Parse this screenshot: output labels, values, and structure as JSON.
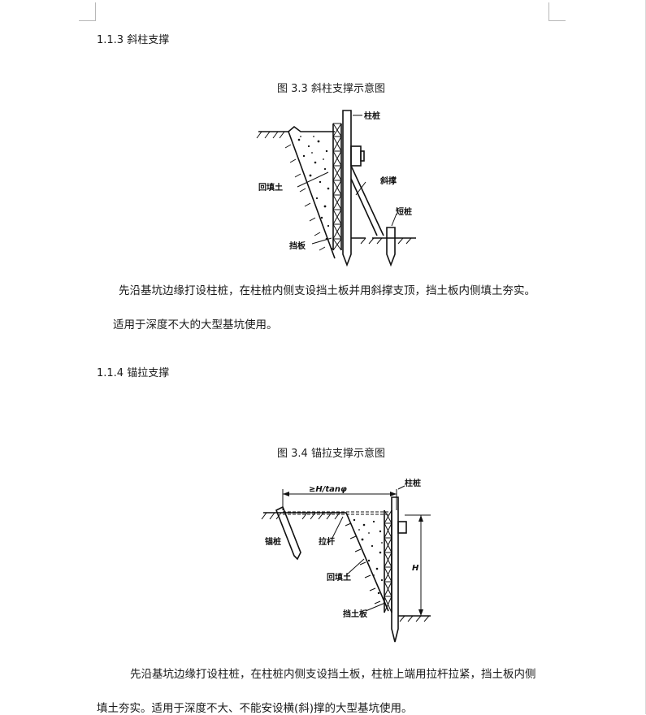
{
  "sections": [
    {
      "heading": "1.1.3 斜柱支撑",
      "figure_caption": "图 3.3 斜柱支撑示意图",
      "figure_labels": {
        "pile": "柱桩",
        "backfill": "回填土",
        "strut": "斜撑",
        "short_pile": "短桩",
        "retaining_board": "挡板"
      },
      "paragraphs": [
        "先沿基坑边缘打设柱桩，在柱桩内侧支设挡土板并用斜撑支顶，挡土板内侧填土夯实。",
        "适用于深度不大的大型基坑使用。"
      ]
    },
    {
      "heading": "1.1.4 锚拉支撑",
      "figure_caption": "图 3.4 锚拉支撑示意图",
      "figure_labels": {
        "dimension": "≥H/tanφ",
        "pile": "柱桩",
        "anchor_pile": "锚桩",
        "tie_rod": "拉杆",
        "backfill": "回填土",
        "retaining_board": "挡土板",
        "height": "H"
      },
      "paragraphs": [
        "先沿基坑边缘打设柱桩，在柱桩内侧支设挡土板，柱桩上端用拉杆拉紧，挡土板内侧",
        "填土夯实。适用于深度不大、不能安设横(斜)撑的大型基坑使用。"
      ]
    }
  ]
}
